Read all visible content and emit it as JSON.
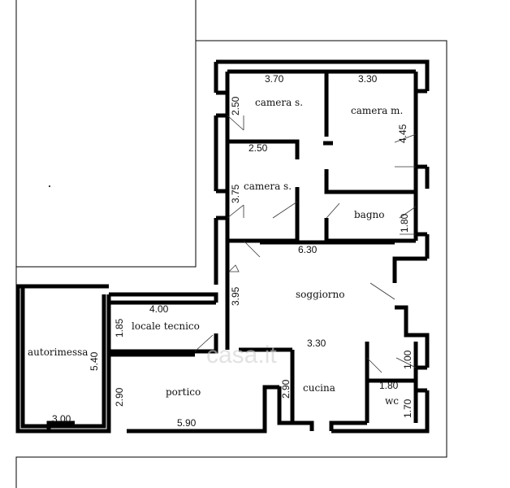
{
  "rooms": {
    "camera_s_1": "camera s.",
    "camera_m": "camera m.",
    "camera_s_2": "camera s.",
    "bagno": "bagno",
    "soggiorno": "soggiorno",
    "locale_tecnico": "locale tecnico",
    "autorimessa": "autorimessa",
    "portico": "portico",
    "cucina": "cucina",
    "wc": "wc"
  },
  "dimensions": {
    "camera_s_1_width": "3.70",
    "camera_m_width": "3.30",
    "camera_s_1_depth": "2.50",
    "camera_m_depth": "4.45",
    "camera_s_2_width": "2.50",
    "camera_s_2_depth": "3.75",
    "bagno_depth": "1.80",
    "soggiorno_width": "6.30",
    "soggiorno_depth": "3.95",
    "locale_tecnico_width": "4.00",
    "locale_tecnico_depth": "1.85",
    "autorimessa_depth": "5.40",
    "autorimessa_width": "3.00",
    "portico_depth": "2.90",
    "portico_width": "5.90",
    "cucina_width": "3.30",
    "cucina_depth": "2.90",
    "wc_width": "1.80",
    "wc_depth_1": "1.00",
    "wc_depth_2": "1.70"
  },
  "watermark": "casa.it"
}
